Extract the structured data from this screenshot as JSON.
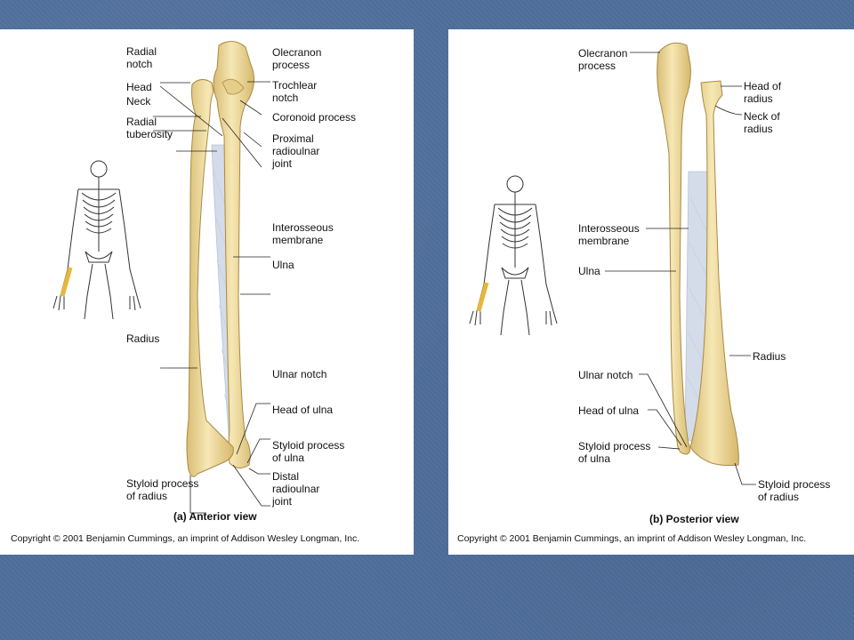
{
  "anterior": {
    "labels": {
      "radial_notch": "Radial\nnotch",
      "head": "Head",
      "neck": "Neck",
      "radial_tuberosity": "Radial\ntuberosity",
      "olecranon_process": "Olecranon\nprocess",
      "trochlear_notch": "Trochlear\nnotch",
      "coronoid_process": "Coronoid process",
      "proximal_radioulnar_joint": "Proximal\nradioulnar\njoint",
      "interosseous_membrane": "Interosseous\nmembrane",
      "ulna": "Ulna",
      "radius": "Radius",
      "ulnar_notch": "Ulnar notch",
      "head_of_ulna": "Head of ulna",
      "styloid_process_of_ulna": "Styloid process\nof ulna",
      "distal_radioulnar_joint": "Distal\nradioulnar\njoint",
      "styloid_process_of_radius": "Styloid process\nof radius"
    },
    "caption": "(a) Anterior view",
    "copyright": "Copyright © 2001 Benjamin Cummings, an imprint of Addison Wesley Longman, Inc."
  },
  "posterior": {
    "labels": {
      "olecranon_process": "Olecranon\nprocess",
      "head_of_radius": "Head of\nradius",
      "neck_of_radius": "Neck of\nradius",
      "interosseous_membrane": "Interosseous\nmembrane",
      "ulna": "Ulna",
      "radius": "Radius",
      "ulnar_notch": "Ulnar notch",
      "head_of_ulna": "Head of ulna",
      "styloid_process_of_ulna": "Styloid process\nof ulna",
      "styloid_process_of_radius": "Styloid process\nof radius"
    },
    "caption": "(b) Posterior view",
    "copyright": "Copyright © 2001 Benjamin Cummings, an imprint of Addison Wesley Longman, Inc."
  },
  "colors": {
    "background": "#4f6f9c",
    "bone": "#f1dea2",
    "bone_shadow": "#d2b56f",
    "membrane": "#d4dcea",
    "highlight": "#e8b63a"
  }
}
